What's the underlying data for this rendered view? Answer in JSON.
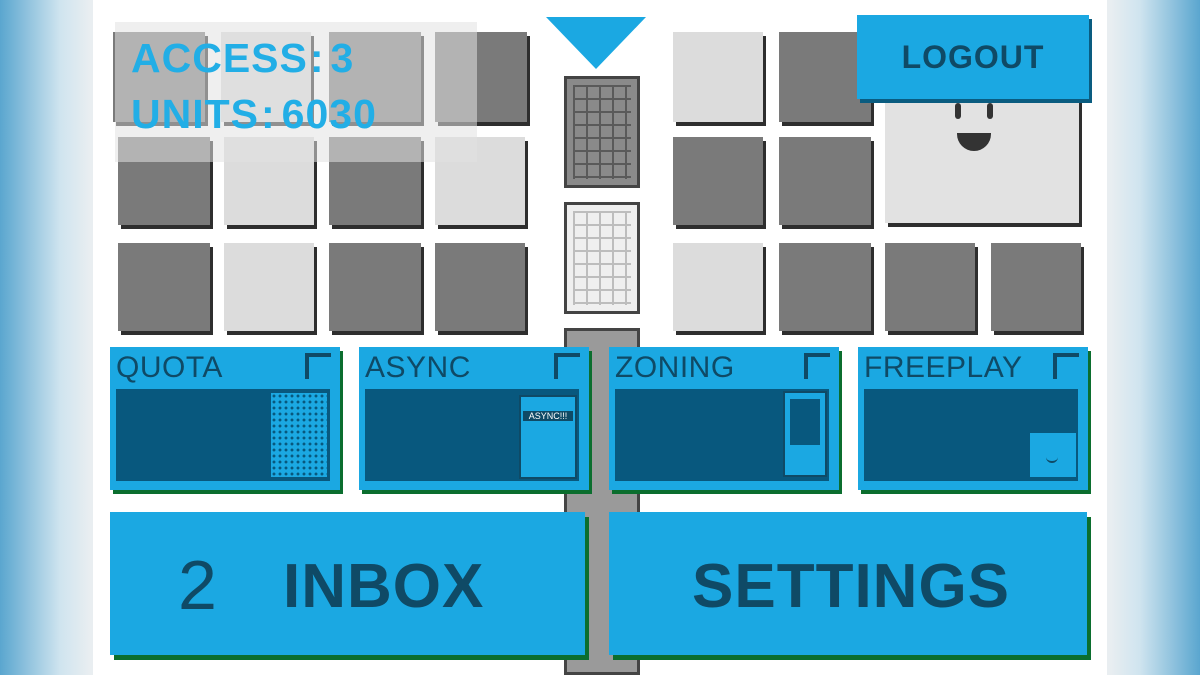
{
  "hud": {
    "access_label": "ACCESS",
    "access_value": "3",
    "units_label": "UNITS",
    "units_value": "6030",
    "separator": ":"
  },
  "buttons": {
    "logout": "LOGOUT",
    "inbox_label": "INBOX",
    "inbox_count": "2",
    "settings_label": "SETTINGS"
  },
  "modes": [
    {
      "label": "QUOTA",
      "thumb_icon": "dot-grid-icon"
    },
    {
      "label": "ASYNC",
      "thumb_icon": "async-screen-icon",
      "thumb_text": "ASYNC!!!"
    },
    {
      "label": "ZONING",
      "thumb_icon": "zoning-phone-icon"
    },
    {
      "label": "FREEPLAY",
      "thumb_icon": "smiley-block-icon"
    }
  ],
  "colors": {
    "accent": "#1ba8e2",
    "panel": "#08587e",
    "text_dark": "#0f4a66",
    "tile_light": "#dcdcdc",
    "tile_dark": "#7a7a7a"
  }
}
